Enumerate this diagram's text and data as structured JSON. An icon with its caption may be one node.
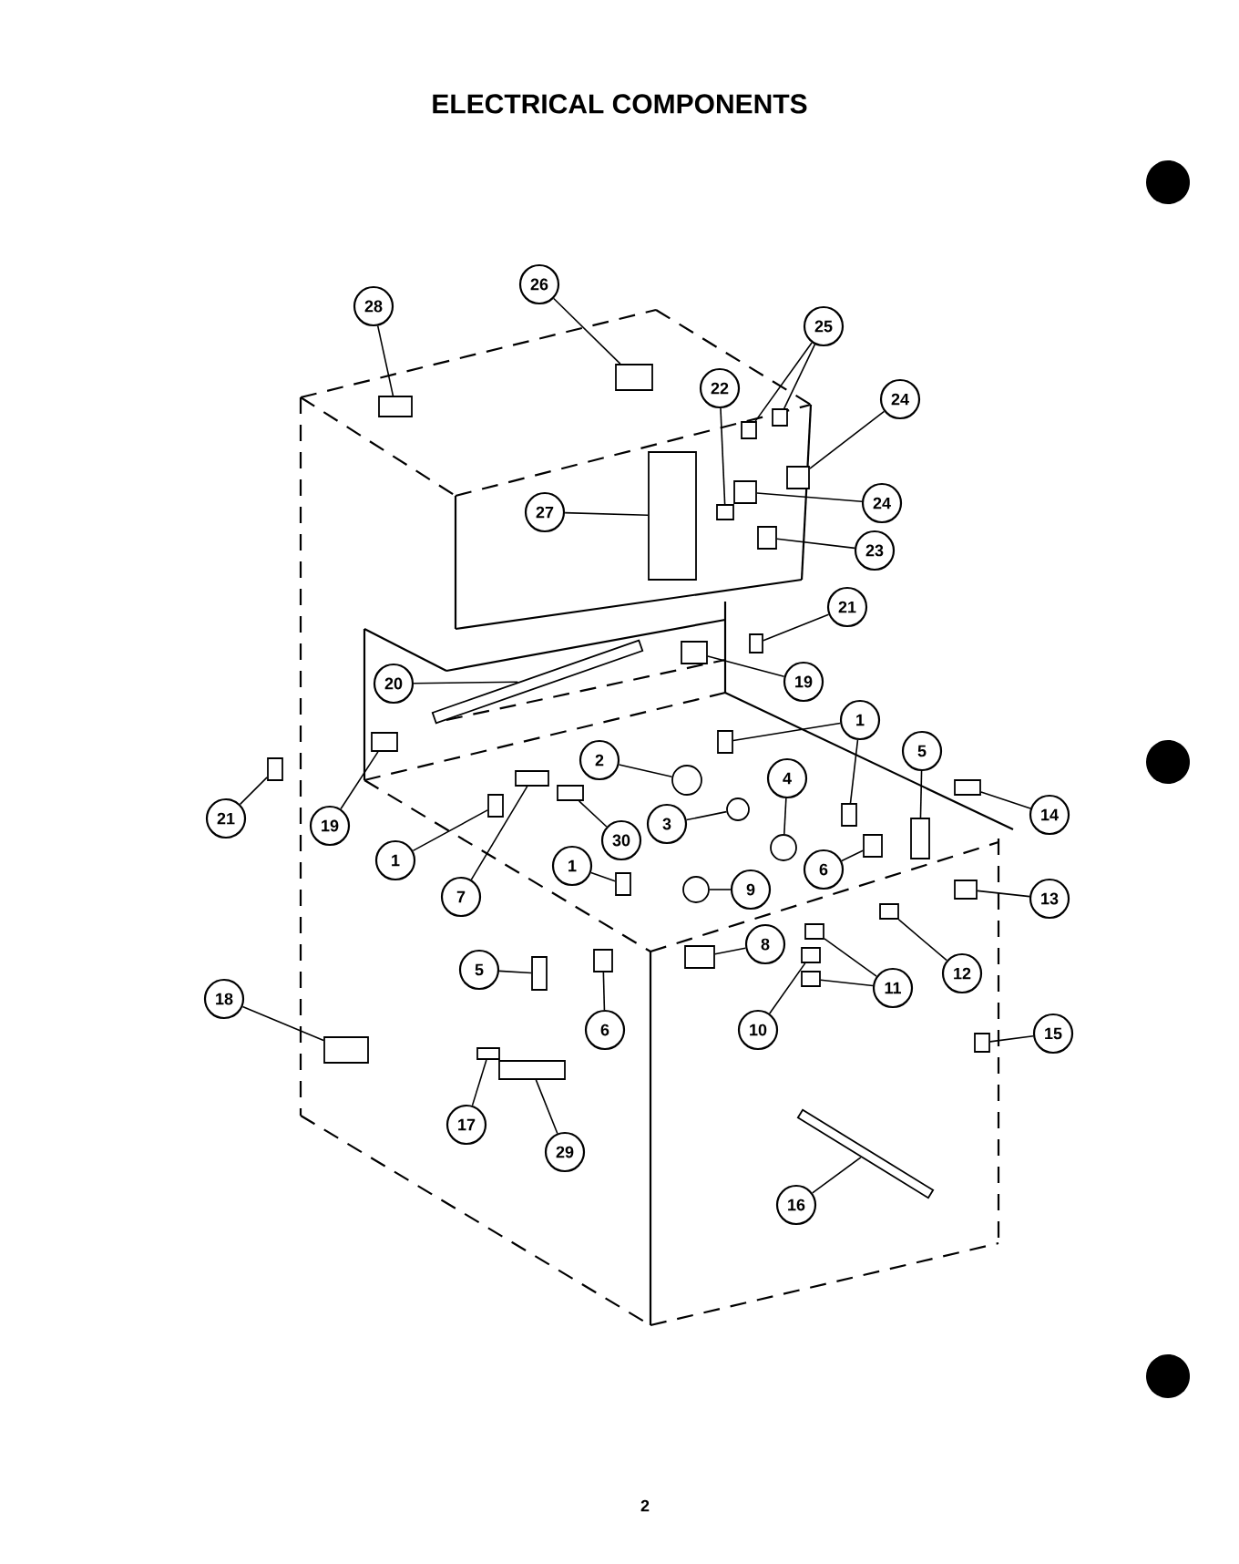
{
  "diagram": {
    "title": "ELECTRICAL COMPONENTS",
    "nodes": [
      {
        "text": [
          "28"
        ]
      },
      {
        "text": [
          "26"
        ]
      },
      {
        "text": [
          "25"
        ]
      },
      {
        "text": [
          "22"
        ]
      },
      {
        "text": [
          "24"
        ]
      },
      {
        "text": [
          "27"
        ]
      },
      {
        "text": [
          "24"
        ]
      },
      {
        "text": [
          "23"
        ]
      },
      {
        "text": [
          "21"
        ]
      },
      {
        "text": [
          "19"
        ]
      },
      {
        "text": [
          "20"
        ]
      },
      {
        "text": [
          "1"
        ]
      },
      {
        "text": [
          "5"
        ]
      },
      {
        "text": [
          "2"
        ]
      },
      {
        "text": [
          "4"
        ]
      },
      {
        "text": [
          "14"
        ]
      },
      {
        "text": [
          "21"
        ]
      },
      {
        "text": [
          "19"
        ]
      },
      {
        "text": [
          "3"
        ]
      },
      {
        "text": [
          "30"
        ]
      },
      {
        "text": [
          "1"
        ]
      },
      {
        "text": [
          "1"
        ]
      },
      {
        "text": [
          "6"
        ]
      },
      {
        "text": [
          "9"
        ]
      },
      {
        "text": [
          "7"
        ]
      },
      {
        "text": [
          "13"
        ]
      },
      {
        "text": [
          "8"
        ]
      },
      {
        "text": [
          "5"
        ]
      },
      {
        "text": [
          "12"
        ]
      },
      {
        "text": [
          "11"
        ]
      },
      {
        "text": [
          "18"
        ]
      },
      {
        "text": [
          "10"
        ]
      },
      {
        "text": [
          "6"
        ]
      },
      {
        "text": [
          "15"
        ]
      },
      {
        "text": [
          "17"
        ]
      },
      {
        "text": [
          "29"
        ]
      },
      {
        "text": [
          "16"
        ]
      },
      {
        "text": [],
        "shape": "box"
      },
      {
        "text": [],
        "shape": "box"
      },
      {
        "text": [],
        "shape": "box"
      },
      {
        "text": [],
        "shape": "box"
      },
      {
        "text": [],
        "shape": "box"
      },
      {
        "text": [],
        "shape": "box"
      },
      {
        "text": [],
        "shape": "box"
      },
      {
        "text": [],
        "shape": "box"
      },
      {
        "text": [],
        "shape": "box"
      },
      {
        "text": [],
        "shape": "box"
      },
      {
        "text": [],
        "shape": "box"
      },
      {
        "text": [],
        "shape": "box"
      },
      {
        "text": [],
        "shape": "box"
      },
      {
        "text": [],
        "shape": "box"
      },
      {
        "text": [],
        "shape": "box"
      },
      {
        "text": [],
        "shape": "circle"
      },
      {
        "text": [],
        "shape": "circle"
      },
      {
        "text": [],
        "shape": "box"
      },
      {
        "text": [],
        "shape": "box"
      },
      {
        "text": [],
        "shape": "box"
      },
      {
        "text": [],
        "shape": "circle"
      },
      {
        "text": [],
        "shape": "box"
      },
      {
        "text": [],
        "shape": "box"
      },
      {
        "text": [],
        "shape": "box"
      },
      {
        "text": [],
        "shape": "box"
      },
      {
        "text": [],
        "shape": "circle"
      },
      {
        "text": [],
        "shape": "box"
      },
      {
        "text": [],
        "shape": "box"
      },
      {
        "text": [],
        "shape": "box"
      },
      {
        "text": [],
        "shape": "box"
      },
      {
        "text": [],
        "shape": "box"
      },
      {
        "text": [],
        "shape": "box"
      },
      {
        "text": [],
        "shape": "box"
      },
      {
        "text": [],
        "shape": "box"
      },
      {
        "text": [],
        "shape": "box"
      },
      {
        "text": [],
        "shape": "box"
      },
      {
        "text": [],
        "shape": "box"
      },
      {
        "text": [],
        "shape": "box"
      },
      {
        "text": [],
        "shape": "box"
      },
      {
        "text": [],
        "shape": "box"
      }
    ],
    "edges": [
      {
        "from": 0,
        "to": 37,
        "arrow": "none"
      },
      {
        "from": 1,
        "to": 38,
        "arrow": "none"
      },
      {
        "from": 2,
        "to": 39,
        "arrow": "none"
      },
      {
        "from": 2,
        "to": 40,
        "arrow": "none"
      },
      {
        "from": 3,
        "to": 41,
        "arrow": "none"
      },
      {
        "from": 4,
        "to": 42,
        "arrow": "none"
      },
      {
        "from": 5,
        "to": 43,
        "arrow": "none"
      },
      {
        "from": 6,
        "to": 44,
        "arrow": "none"
      },
      {
        "from": 7,
        "to": 45,
        "arrow": "none"
      },
      {
        "from": 8,
        "to": 46,
        "arrow": "none"
      },
      {
        "from": 9,
        "to": 47,
        "arrow": "none"
      },
      {
        "from": 10,
        "to": 48,
        "arrow": "none"
      },
      {
        "from": 11,
        "to": 49,
        "arrow": "none"
      },
      {
        "from": 11,
        "to": 50,
        "arrow": "none"
      },
      {
        "from": 12,
        "to": 51,
        "arrow": "none"
      },
      {
        "from": 13,
        "to": 52,
        "arrow": "none"
      },
      {
        "from": 14,
        "to": 53,
        "arrow": "none"
      },
      {
        "from": 15,
        "to": 54,
        "arrow": "none"
      },
      {
        "from": 16,
        "to": 55,
        "arrow": "none"
      },
      {
        "from": 17,
        "to": 56,
        "arrow": "none"
      },
      {
        "from": 18,
        "to": 57,
        "arrow": "none"
      },
      {
        "from": 19,
        "to": 58,
        "arrow": "none"
      },
      {
        "from": 20,
        "to": 59,
        "arrow": "none"
      },
      {
        "from": 21,
        "to": 60,
        "arrow": "none"
      },
      {
        "from": 22,
        "to": 61,
        "arrow": "none"
      },
      {
        "from": 23,
        "to": 62,
        "arrow": "none"
      },
      {
        "from": 24,
        "to": 63,
        "arrow": "none"
      },
      {
        "from": 25,
        "to": 64,
        "arrow": "none"
      },
      {
        "from": 26,
        "to": 65,
        "arrow": "none"
      },
      {
        "from": 27,
        "to": 66,
        "arrow": "none"
      },
      {
        "from": 28,
        "to": 67,
        "arrow": "none"
      },
      {
        "from": 29,
        "to": 68,
        "arrow": "none"
      },
      {
        "from": 29,
        "to": 69,
        "arrow": "none"
      },
      {
        "from": 30,
        "to": 70,
        "arrow": "none"
      },
      {
        "from": 31,
        "to": 71,
        "arrow": "none"
      },
      {
        "from": 32,
        "to": 72,
        "arrow": "none"
      },
      {
        "from": 33,
        "to": 73,
        "arrow": "none"
      },
      {
        "from": 34,
        "to": 74,
        "arrow": "none"
      },
      {
        "from": 35,
        "to": 75,
        "arrow": "none"
      },
      {
        "from": 36,
        "to": 76,
        "arrow": "none"
      }
    ],
    "labels": [
      "2"
    ]
  }
}
